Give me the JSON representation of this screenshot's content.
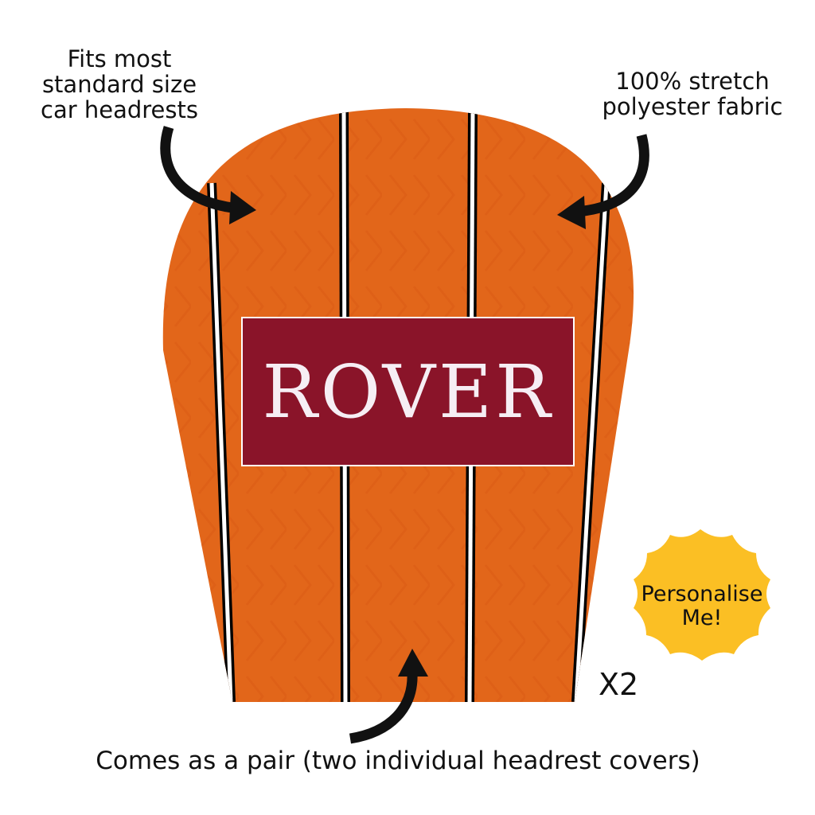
{
  "captions": {
    "fits": "Fits most standard size car headrests",
    "fabric": "100% stretch polyester fabric",
    "pair": "Comes as a pair (two individual headrest covers)",
    "quantity": "X2"
  },
  "product": {
    "logo_text": "ROVER",
    "colors": {
      "fabric": "#E2661A",
      "logo_box": "#8A1429",
      "badge": "#FBBF24"
    }
  },
  "badge": {
    "text": "Personalise Me!"
  }
}
